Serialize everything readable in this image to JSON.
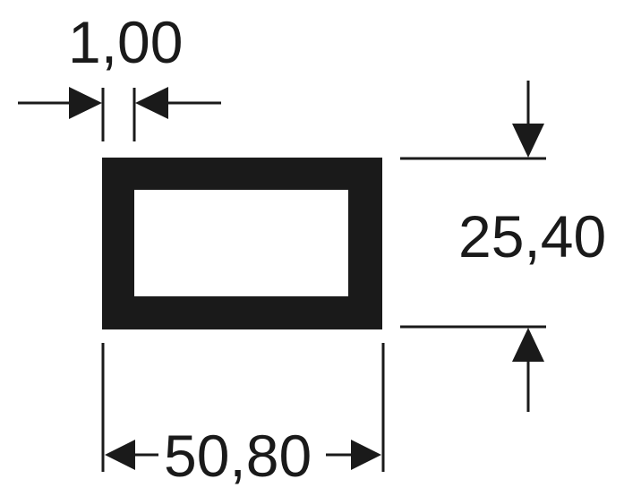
{
  "dimensions": {
    "wall_thickness": "1,00",
    "height": "25,40",
    "width": "50,80"
  },
  "colors": {
    "ink": "#1a1a1a",
    "background": "#ffffff"
  }
}
